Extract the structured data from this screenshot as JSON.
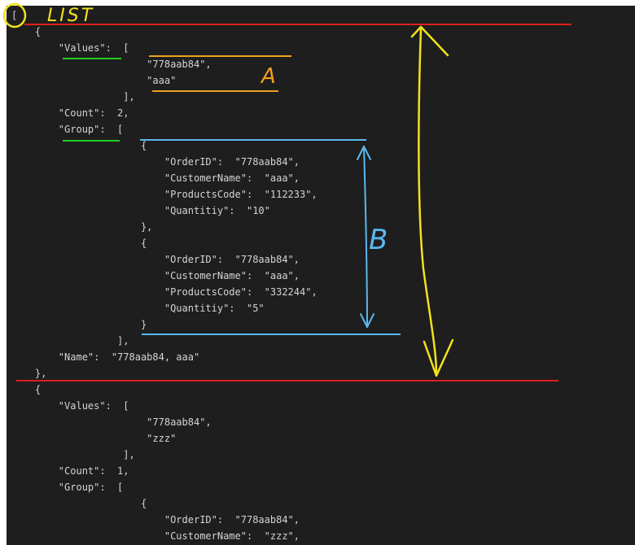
{
  "code": {
    "lines": [
      "[",
      "    {",
      "        \"Values\":  [",
      "                       \"778aab84\",",
      "                       \"aaa\"",
      "                   ],",
      "        \"Count\":  2,",
      "        \"Group\":  [",
      "                      {",
      "                          \"OrderID\":  \"778aab84\",",
      "                          \"CustomerName\":  \"aaa\",",
      "                          \"ProductsCode\":  \"112233\",",
      "                          \"Quantitiy\":  \"10\"",
      "                      },",
      "                      {",
      "                          \"OrderID\":  \"778aab84\",",
      "                          \"CustomerName\":  \"aaa\",",
      "                          \"ProductsCode\":  \"332244\",",
      "                          \"Quantitiy\":  \"5\"",
      "                      }",
      "                  ],",
      "        \"Name\":  \"778aab84, aaa\"",
      "    },",
      "    {",
      "        \"Values\":  [",
      "                       \"778aab84\",",
      "                       \"zzz\"",
      "                   ],",
      "        \"Count\":  1,",
      "        \"Group\":  [",
      "                      {",
      "                          \"OrderID\":  \"778aab84\",",
      "                          \"CustomerName\":  \"zzz\","
    ]
  },
  "annotations": {
    "list_label": "LIST",
    "label_a": "A",
    "label_b": "B",
    "colors": {
      "yellow": "#f2e21b",
      "red": "#e01e1e",
      "orange": "#f0a020",
      "green": "#22cc22",
      "blue": "#5bb8ee"
    }
  }
}
